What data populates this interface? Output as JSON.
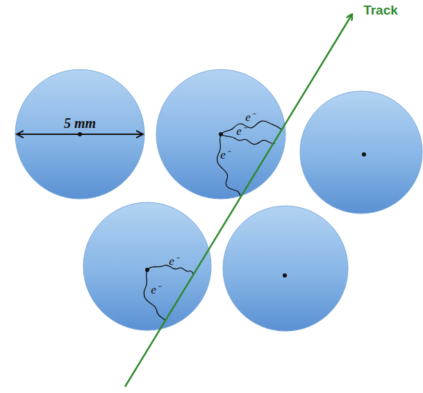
{
  "diagram": {
    "labels": [
      "Track",
      "5 mm",
      "e⁻",
      "e⁻",
      "e⁻",
      "e⁻",
      "e⁻"
    ]
  }
}
